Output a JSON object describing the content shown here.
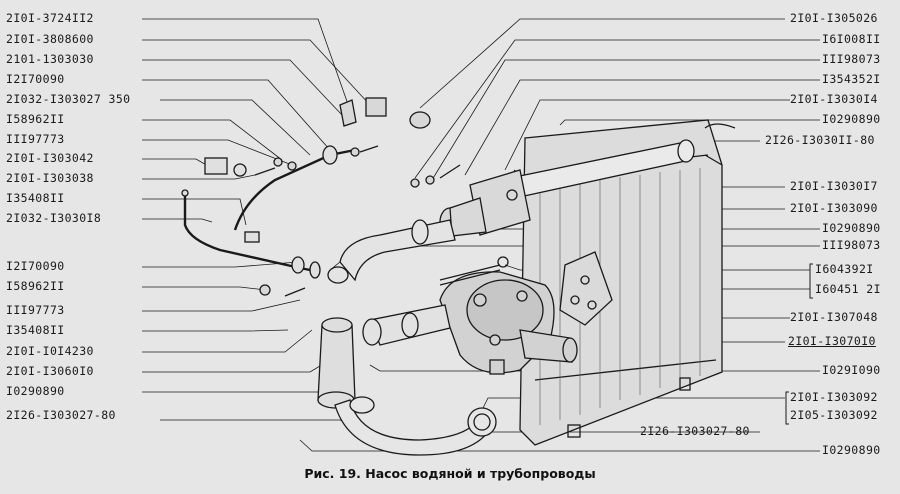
{
  "left_labels": [
    "2I0I-3724II2",
    "2I0I-3808600",
    "2101-1303030",
    "I2I70090",
    "2I032-I303027 350",
    "I58962II",
    "III97773",
    "2I0I-I303042",
    "2I0I-I303038",
    "I35408II",
    "2I032-I3030I8",
    "I2I70090",
    "I58962II",
    "III97773",
    "I35408II",
    "2I0I-I0I4230",
    "2I0I-I3060I0",
    "I0290890",
    "2I26-I303027-80"
  ],
  "right_labels": [
    "2I0I-I305026",
    "I6I008II",
    "III98073",
    "I354352I",
    "2I0I-I3030I4",
    "I0290890",
    "2I26-I3030II-80",
    "2I0I-I3030I7",
    "2I0I-I303090",
    "I0290890",
    "III98073",
    "I604392I",
    "I60451 2I",
    "2I0I-I307048",
    "2I0I-I3070I0",
    "I029I090",
    "2I0I-I303092",
    "2I05-I303092",
    "2I26-I303027-80",
    "I0290890"
  ],
  "caption": "Рис. 19. Насос водяной и трубопроводы"
}
